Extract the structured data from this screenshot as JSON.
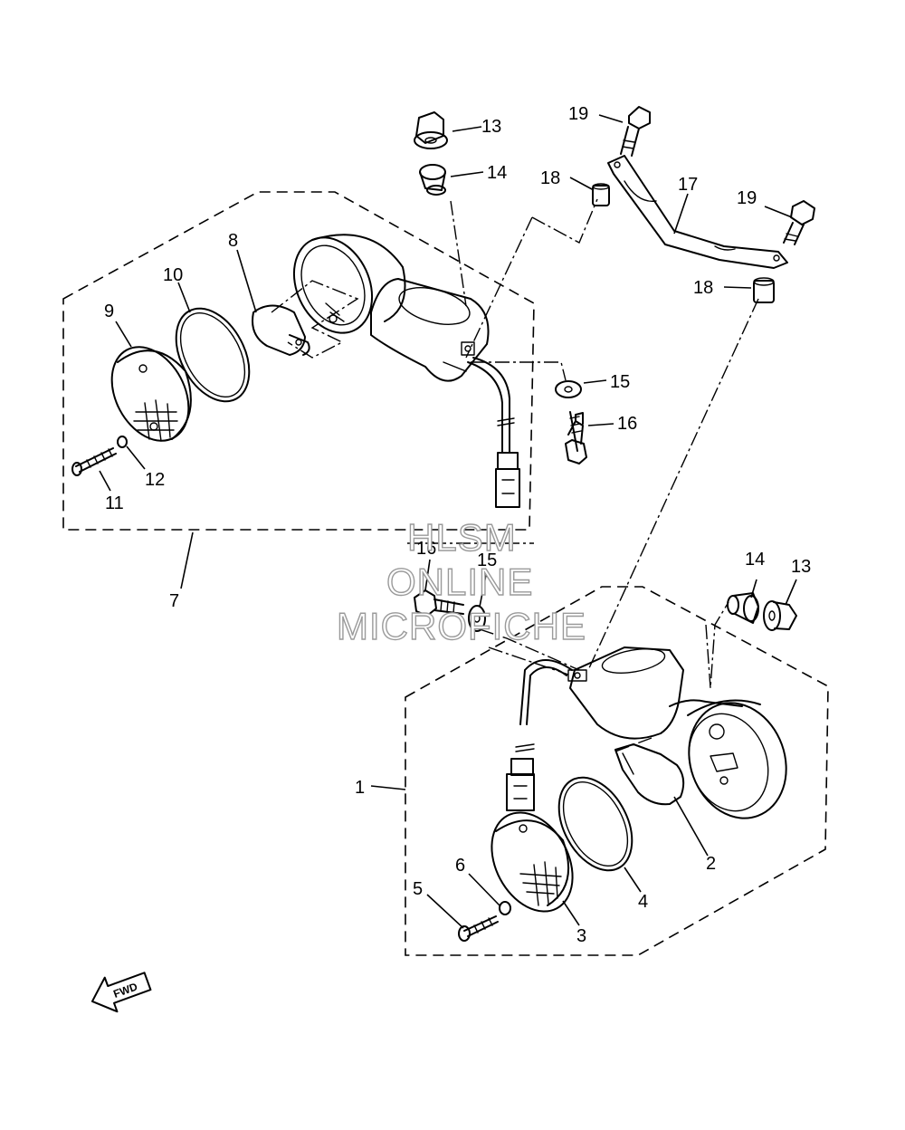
{
  "callouts": {
    "c1": "1",
    "c2": "2",
    "c3": "3",
    "c4": "4",
    "c5": "5",
    "c6": "6",
    "c7": "7",
    "c8": "8",
    "c9": "9",
    "c10": "10",
    "c11": "11",
    "c12": "12",
    "c13a": "13",
    "c13b": "13",
    "c14a": "14",
    "c14b": "14",
    "c15a": "15",
    "c15b": "15",
    "c16a": "16",
    "c16b": "16",
    "c17": "17",
    "c18a": "18",
    "c18b": "18",
    "c19a": "19",
    "c19b": "19"
  },
  "watermark": {
    "line1": "HLSM",
    "line2": "ONLINE",
    "line3": "MICROFICHE"
  },
  "fwd_label": "FWD"
}
